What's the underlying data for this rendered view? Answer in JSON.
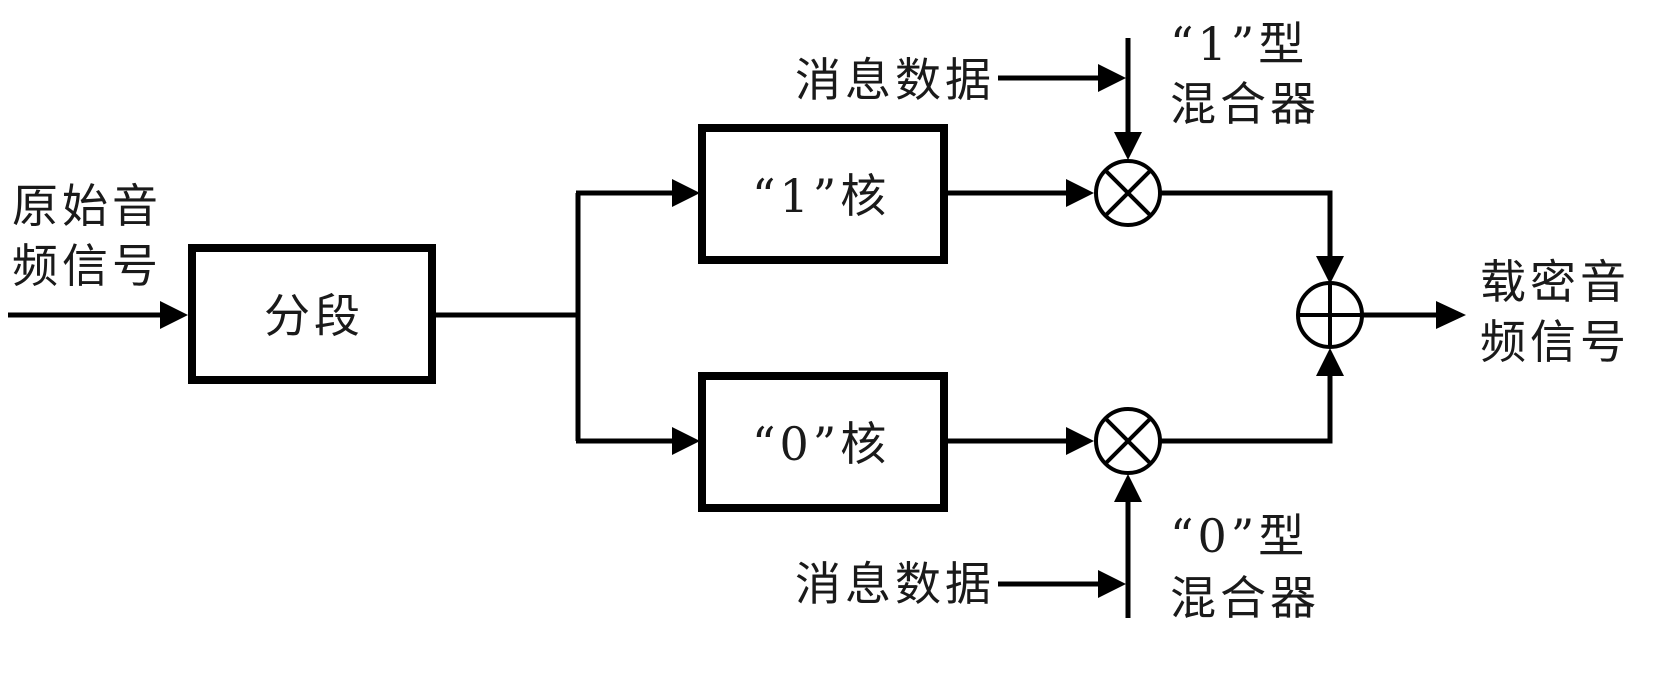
{
  "diagram": {
    "input_label": [
      "原始音",
      "频信号"
    ],
    "segment_block": "分段",
    "kernel_one": "“1”核",
    "kernel_zero": "“0”核",
    "message_top": "消息数据",
    "message_bottom": "消息数据",
    "mixer_one": [
      "“1”型",
      "混合器"
    ],
    "mixer_zero": [
      "“0”型",
      "混合器"
    ],
    "output_label": [
      "载密音",
      "频信号"
    ]
  }
}
